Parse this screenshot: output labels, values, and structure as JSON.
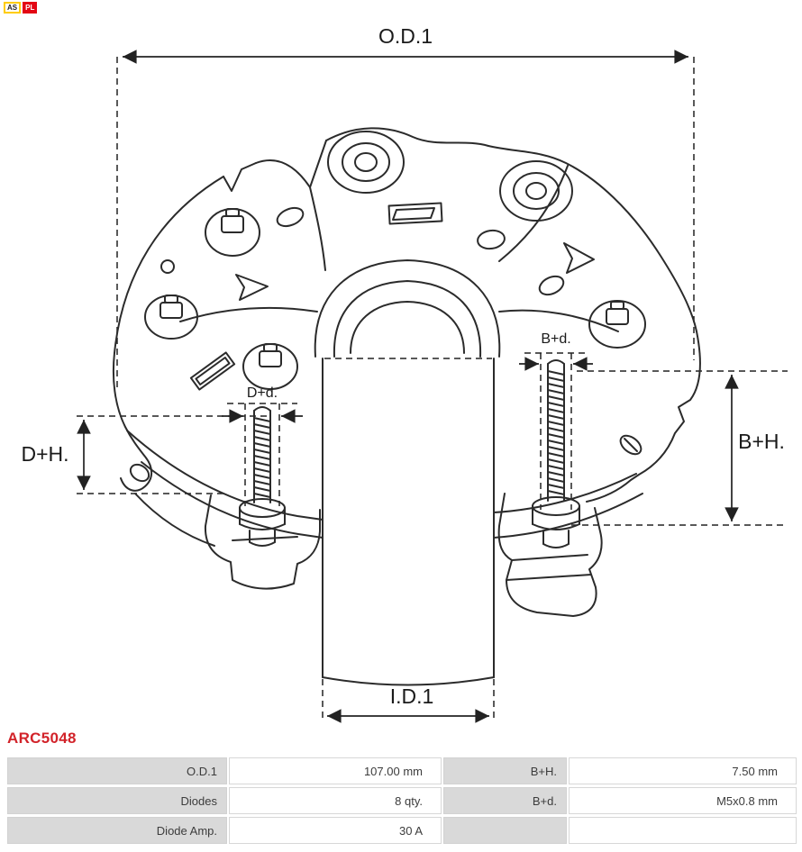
{
  "logo": {
    "as": "AS",
    "pl": "PL"
  },
  "part_number": "ARC5048",
  "diagram": {
    "labels": {
      "od1": "O.D.1",
      "id1": "I.D.1",
      "dh": "D+H.",
      "bh": "B+H.",
      "dd": "D+d.",
      "bd": "B+d."
    }
  },
  "table": {
    "rows": [
      {
        "label1": "O.D.1",
        "value1": "107.00 mm",
        "label2": "B+H.",
        "value2": "7.50 mm"
      },
      {
        "label1": "Diodes",
        "value1": "8 qty.",
        "label2": "B+d.",
        "value2": "M5x0.8 mm"
      },
      {
        "label1": "Diode Amp.",
        "value1": "30 A",
        "label2": "",
        "value2": ""
      }
    ]
  }
}
